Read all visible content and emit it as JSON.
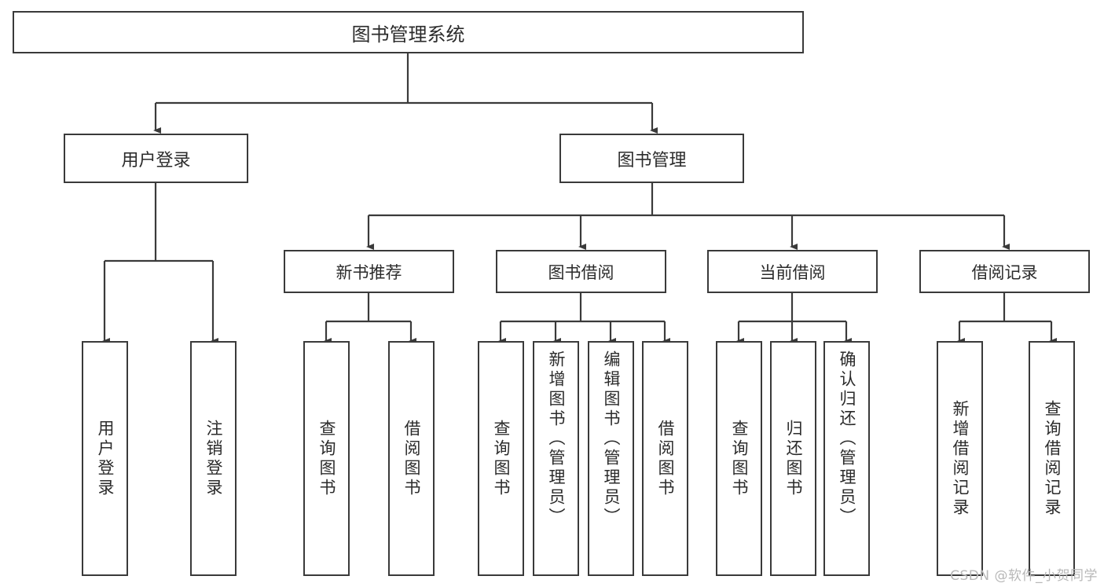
{
  "diagram": {
    "title": "图书管理系统",
    "type": "tree-hierarchy",
    "root": {
      "label": "图书管理系统"
    },
    "level2": [
      {
        "label": "用户登录"
      },
      {
        "label": "图书管理"
      }
    ],
    "level3": [
      {
        "label": "新书推荐"
      },
      {
        "label": "图书借阅"
      },
      {
        "label": "当前借阅"
      },
      {
        "label": "借阅记录"
      }
    ],
    "leaves": {
      "user_login": [
        {
          "label": "用户登录"
        },
        {
          "label": "注销登录"
        }
      ],
      "new_book_recommend": [
        {
          "label": "查询图书"
        },
        {
          "label": "借阅图书"
        }
      ],
      "book_borrow": [
        {
          "label": "查询图书"
        },
        {
          "label": "新增图书（管理员）"
        },
        {
          "label": "编辑图书（管理员）"
        },
        {
          "label": "借阅图书"
        }
      ],
      "current_borrow": [
        {
          "label": "查询图书"
        },
        {
          "label": "归还图书"
        },
        {
          "label": "确认归还（管理员）"
        }
      ],
      "borrow_record": [
        {
          "label": "新增借阅记录"
        },
        {
          "label": "查询借阅记录"
        }
      ]
    }
  },
  "watermark": {
    "text": "CSDN @软件_小贺同学"
  },
  "colors": {
    "stroke": "#3a3a3a",
    "text": "#2b2b2b",
    "background": "#ffffff",
    "watermark": "#b8b8b8"
  }
}
